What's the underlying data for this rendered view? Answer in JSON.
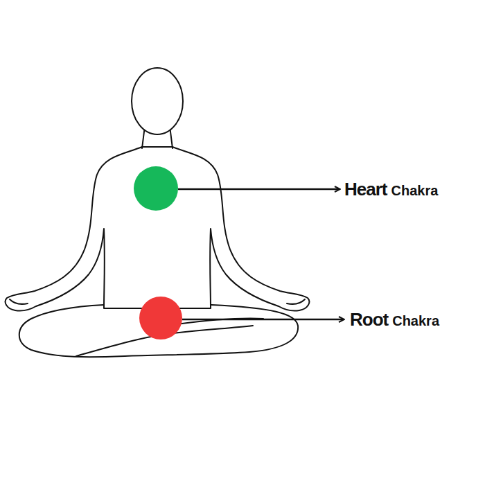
{
  "diagram": {
    "labels": [
      "Heart",
      "Chakra",
      "Root",
      "Chakra"
    ]
  }
}
